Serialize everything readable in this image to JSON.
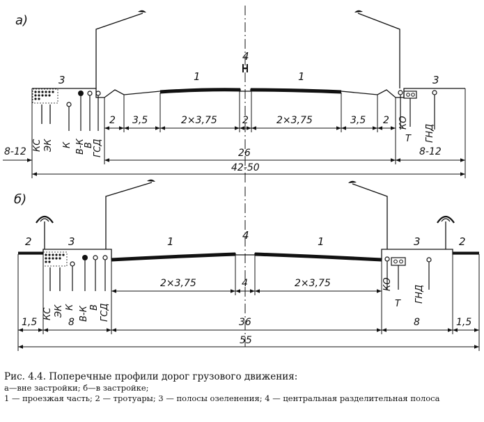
{
  "panels": {
    "a": {
      "panel_label": "а)",
      "zone_labels": {
        "left_green": "3",
        "lane_left": "1",
        "median": "4",
        "lane_right": "1",
        "right_green": "3"
      },
      "dims_top": [
        "2",
        "3,5",
        "2×3,75",
        "2",
        "2×3,75",
        "3,5",
        "2"
      ],
      "utility_labels_left": [
        "КС",
        "ЭК",
        "К",
        "В-К",
        "В",
        "ГСД"
      ],
      "utility_labels_right": [
        "КО",
        "Т",
        "ГНД"
      ],
      "dims_lower": {
        "left": "8-12",
        "middle": "26",
        "right": "8-12"
      },
      "dim_total": "42-50"
    },
    "b": {
      "panel_label": "б)",
      "zone_labels": {
        "left_sidewalk": "2",
        "left_green": "3",
        "lane_left": "1",
        "median": "4",
        "lane_right": "1",
        "right_green": "3",
        "right_sidewalk": "2"
      },
      "dims_top": [
        "2×3,75",
        "4",
        "2×3,75"
      ],
      "utility_labels_left": [
        "КС",
        "ЭК",
        "К",
        "В-К",
        "В",
        "ГСД"
      ],
      "utility_labels_right": [
        "КО",
        "Т",
        "ГНД"
      ],
      "dims_lower": {
        "left_sidewalk": "1,5",
        "left_green": "8",
        "middle": "36",
        "right_green": "8",
        "right_sidewalk": "1,5"
      },
      "dim_total": "55"
    }
  },
  "caption": {
    "title": "Рис. 4.4. Поперечные профили дорог грузового движения:",
    "line1": "а—вне застройки; б—в застройке;",
    "line2": "1 — проезжая часть; 2 — тротуары; 3 — полосы озеленения; 4 — центральная разделительная полоса"
  }
}
